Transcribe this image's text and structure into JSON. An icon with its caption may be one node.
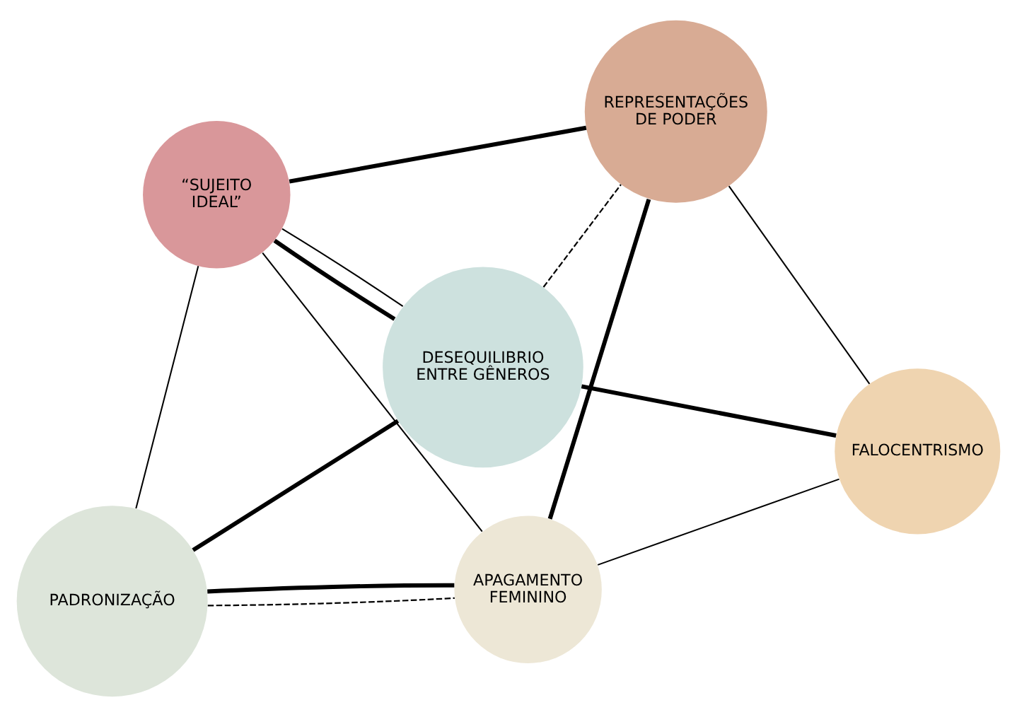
{
  "diagram": {
    "nodes": [
      {
        "text": [
          "DESEQUILIBRIO ENTRE GÊNEROS"
        ]
      },
      {
        "text": [
          "FALOCENTRISMO"
        ]
      },
      {
        "text": [
          "PADRONIZAÇÃO"
        ]
      },
      {
        "text": [
          "“SUJEITO IDEAL”"
        ]
      },
      {
        "text": [
          "REPRESENTAÇÕES DE PODER"
        ]
      },
      {
        "text": [
          "APAGAMENTO FEMININO"
        ]
      }
    ],
    "edges": [
      {
        "from": 0,
        "to": 2,
        "arrow": "none",
        "style": "thick"
      },
      {
        "from": 0,
        "to": 1,
        "arrow": "none",
        "style": "thick"
      },
      {
        "from": 0,
        "to": 3,
        "arrow": "none",
        "style": "thick"
      },
      {
        "from": 0,
        "to": 3,
        "arrow": "none"
      },
      {
        "from": 0,
        "to": 4,
        "arrow": "none",
        "style": "dashed"
      },
      {
        "from": 1,
        "to": 4,
        "arrow": "none"
      },
      {
        "from": 1,
        "to": 5,
        "arrow": "none"
      },
      {
        "from": 2,
        "to": 3,
        "arrow": "none"
      },
      {
        "from": 2,
        "to": 5,
        "arrow": "none",
        "style": "thick"
      },
      {
        "from": 2,
        "to": 5,
        "arrow": "none",
        "style": "dashed"
      },
      {
        "from": 3,
        "to": 4,
        "arrow": "none",
        "style": "thick"
      },
      {
        "from": 3,
        "to": 5,
        "arrow": "none"
      },
      {
        "from": 4,
        "to": 5,
        "arrow": "none",
        "style": "thick"
      }
    ]
  }
}
